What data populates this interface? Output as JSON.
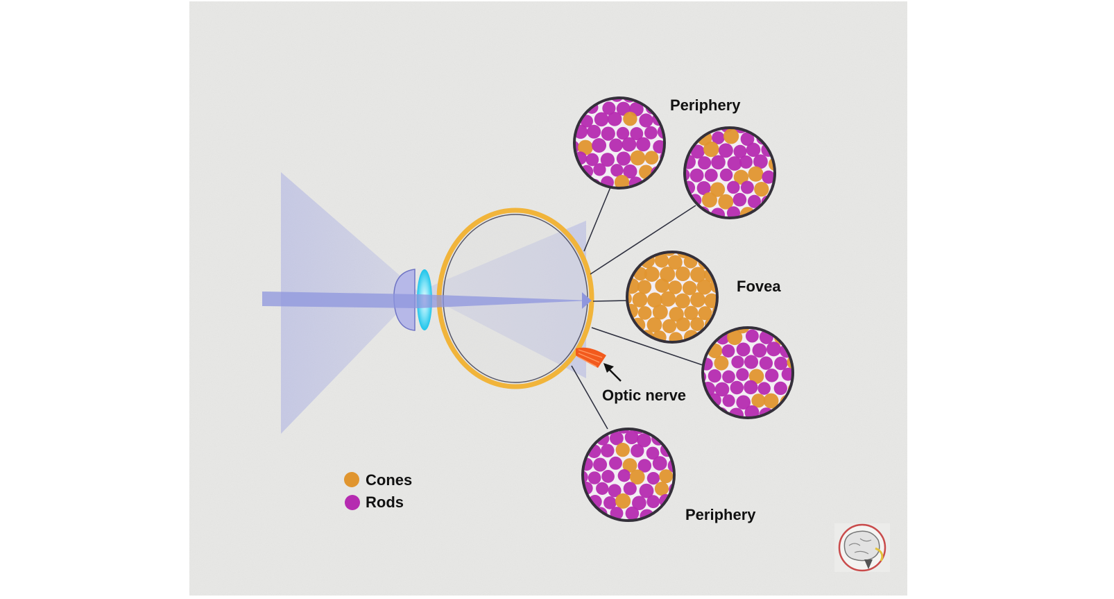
{
  "labels": {
    "periphery_top": "Periphery",
    "fovea": "Fovea",
    "optic_nerve": "Optic nerve",
    "periphery_bottom": "Periphery"
  },
  "legend": [
    {
      "label": "Cones",
      "color": "#e0952f"
    },
    {
      "label": "Rods",
      "color": "#b52bb0"
    }
  ],
  "colors": {
    "paper": "#e8e8e6",
    "cone": "#e0952f",
    "rod": "#b52bb0",
    "light": "#8e96dd",
    "lens": "#3fd3ef",
    "sclera": "#f1b43a",
    "optic_nerve": "#f25a1d"
  },
  "retina_samples": [
    {
      "region": "periphery",
      "cone_share": 0.12
    },
    {
      "region": "periphery",
      "cone_share": 0.25
    },
    {
      "region": "fovea",
      "cone_share": 1.0
    },
    {
      "region": "periphery",
      "cone_share": 0.3
    },
    {
      "region": "periphery",
      "cone_share": 0.15
    }
  ],
  "logo": {
    "icon": "brain-logo-icon"
  }
}
